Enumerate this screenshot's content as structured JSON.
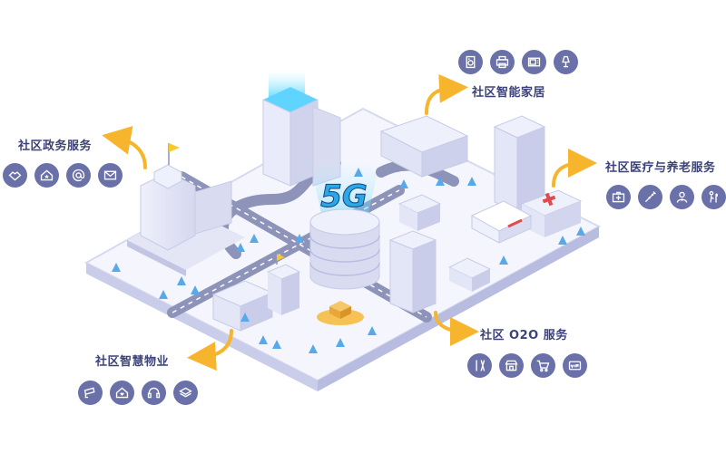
{
  "center_badge": "5G",
  "modules": [
    {
      "id": "gov",
      "title": "社区政务服务",
      "icons": [
        "handshake-icon",
        "house-star-icon",
        "at-sign-icon",
        "mail-icon"
      ]
    },
    {
      "id": "smart-home",
      "title": "社区智能家居",
      "icons": [
        "washer-icon",
        "printer-icon",
        "microwave-icon",
        "lamp-icon"
      ]
    },
    {
      "id": "medical",
      "title": "社区医疗与养老服务",
      "icons": [
        "first-aid-kit-icon",
        "syringe-icon",
        "doctor-icon",
        "elderly-icon"
      ]
    },
    {
      "id": "property",
      "title": "社区智慧物业",
      "icons": [
        "cctv-camera-icon",
        "house-heart-icon",
        "headset-icon",
        "layers-icon"
      ]
    },
    {
      "id": "o2o",
      "title": "社区 O2O 服务",
      "icons": [
        "tools-icon",
        "shop-icon",
        "cart-icon",
        "vip-card-icon"
      ]
    }
  ],
  "colors": {
    "accent_arrow": "#f6b52c",
    "label": "#3d4378",
    "icon_bg": "#6a70a8",
    "platform": "#e6e8f6",
    "road": "#8e93b9",
    "building": "#dfe1f4",
    "tree": "#58a9ea",
    "red_cross": "#e04a4a",
    "flag": "#f7c82f"
  }
}
